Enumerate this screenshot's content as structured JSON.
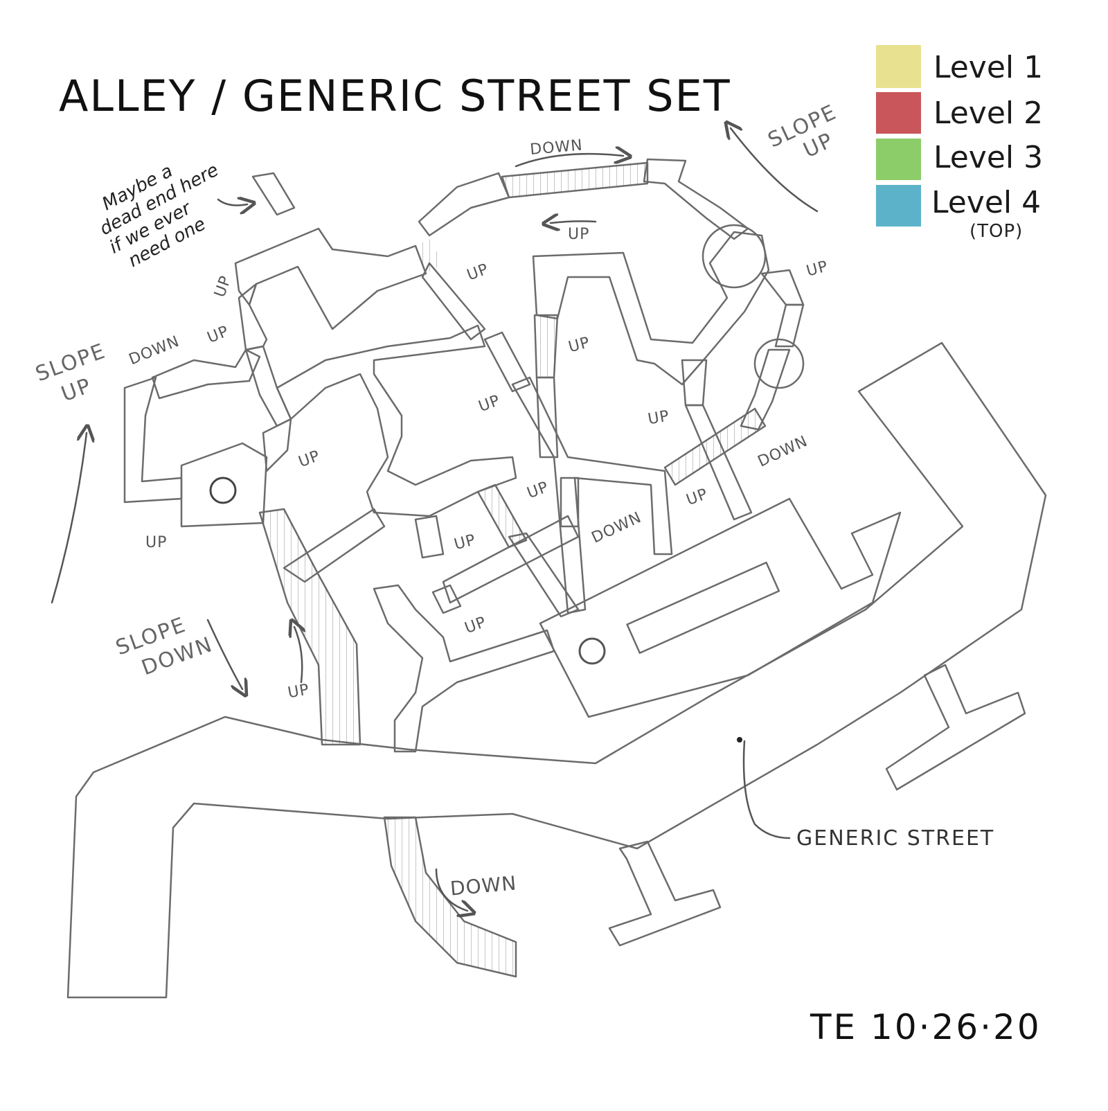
{
  "title": "ALLEY / GENERIC STREET SET",
  "legend": [
    {
      "label": "Level 1",
      "color": "#e8e18f"
    },
    {
      "label": "Level 2",
      "color": "#c9565a"
    },
    {
      "label": "Level 3",
      "color": "#8ccd6a"
    },
    {
      "label": "Level 4",
      "color": "#5bb2c9",
      "sublabel": "(TOP)"
    }
  ],
  "annotations": {
    "dead_end_note": [
      "Maybe a",
      "dead end here",
      "if we ever",
      "need one"
    ],
    "slope_up": [
      "SLOPE",
      "UP"
    ],
    "slope_down": [
      "SLOPE",
      "DOWN"
    ],
    "down": "DOWN",
    "up": "UP",
    "generic_street": "GENERIC STREET"
  },
  "signature": "TE 10·26·20"
}
